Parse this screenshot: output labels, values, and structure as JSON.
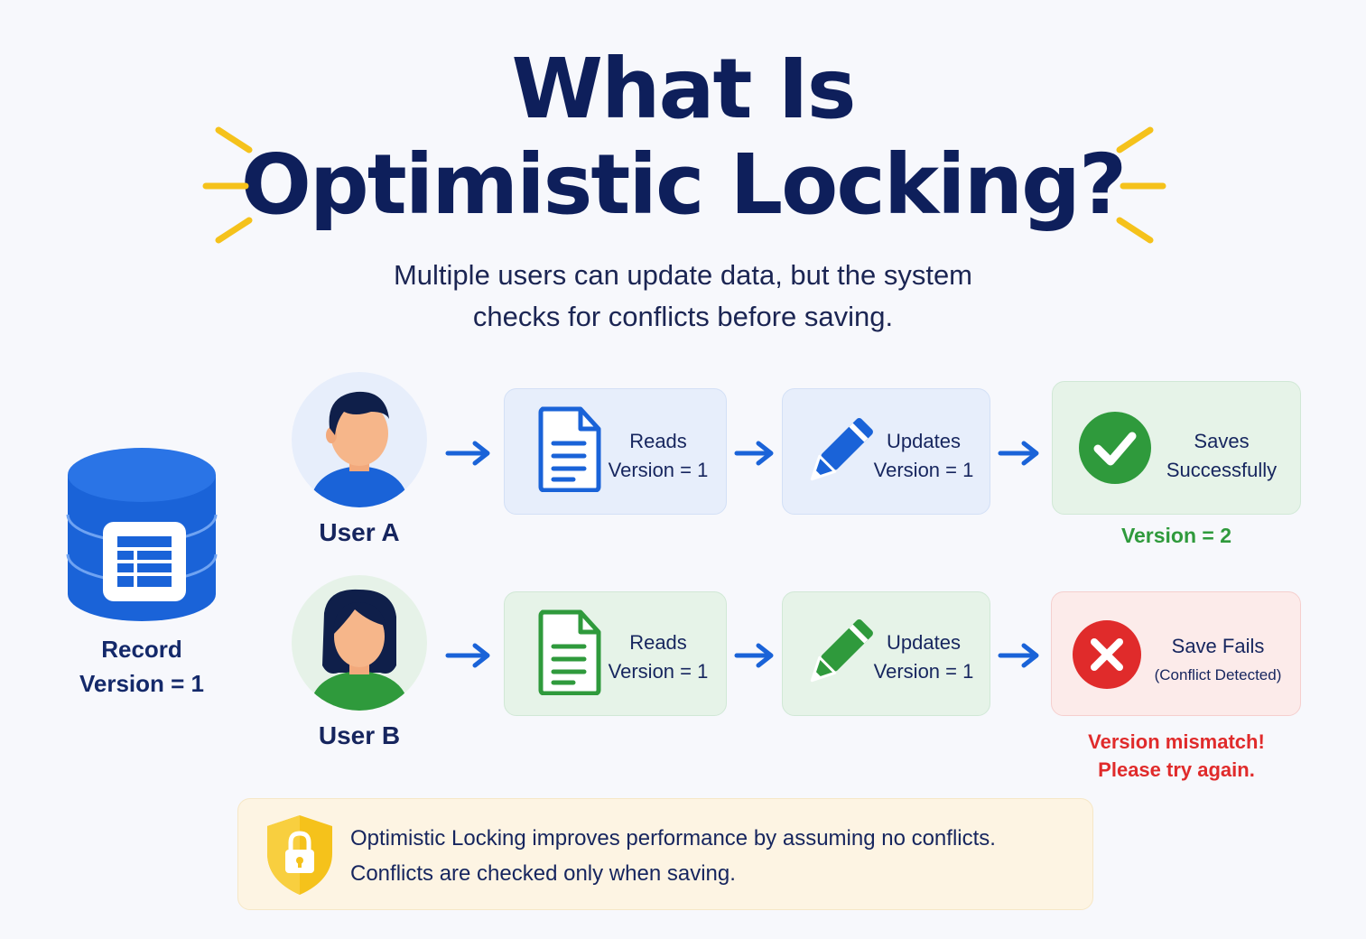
{
  "title_line1": "What Is",
  "title_line2": "Optimistic Locking?",
  "subtitle_line1": "Multiple users can update data, but the system",
  "subtitle_line2": "checks for conflicts before saving.",
  "record": {
    "label": "Record",
    "version": "Version = 1"
  },
  "user_a": {
    "name": "User A",
    "steps": [
      {
        "line1": "Reads",
        "line2": "Version = 1",
        "icon": "document-icon"
      },
      {
        "line1": "Updates",
        "line2": "Version = 1",
        "icon": "pencil-icon"
      },
      {
        "line1": "Saves",
        "line2": "Successfully",
        "icon": "check-circle-icon"
      }
    ],
    "result": "Version = 2"
  },
  "user_b": {
    "name": "User B",
    "steps": [
      {
        "line1": "Reads",
        "line2": "Version = 1",
        "icon": "document-icon"
      },
      {
        "line1": "Updates",
        "line2": "Version = 1",
        "icon": "pencil-icon"
      },
      {
        "line1": "Save Fails",
        "line2": "(Conflict Detected)",
        "icon": "x-circle-icon"
      }
    ],
    "result_line1": "Version mismatch!",
    "result_line2": "Please try again."
  },
  "note": {
    "line1": "Optimistic Locking improves performance by assuming no conflicts.",
    "line2": "Conflicts are checked only when saving.",
    "icon": "shield-lock-icon"
  },
  "colors": {
    "title": "#0e1f5b",
    "accent_blue": "#1a63d8",
    "accent_green": "#2f9a3c",
    "accent_red": "#e02b2b",
    "accent_yellow": "#f5c21b"
  }
}
